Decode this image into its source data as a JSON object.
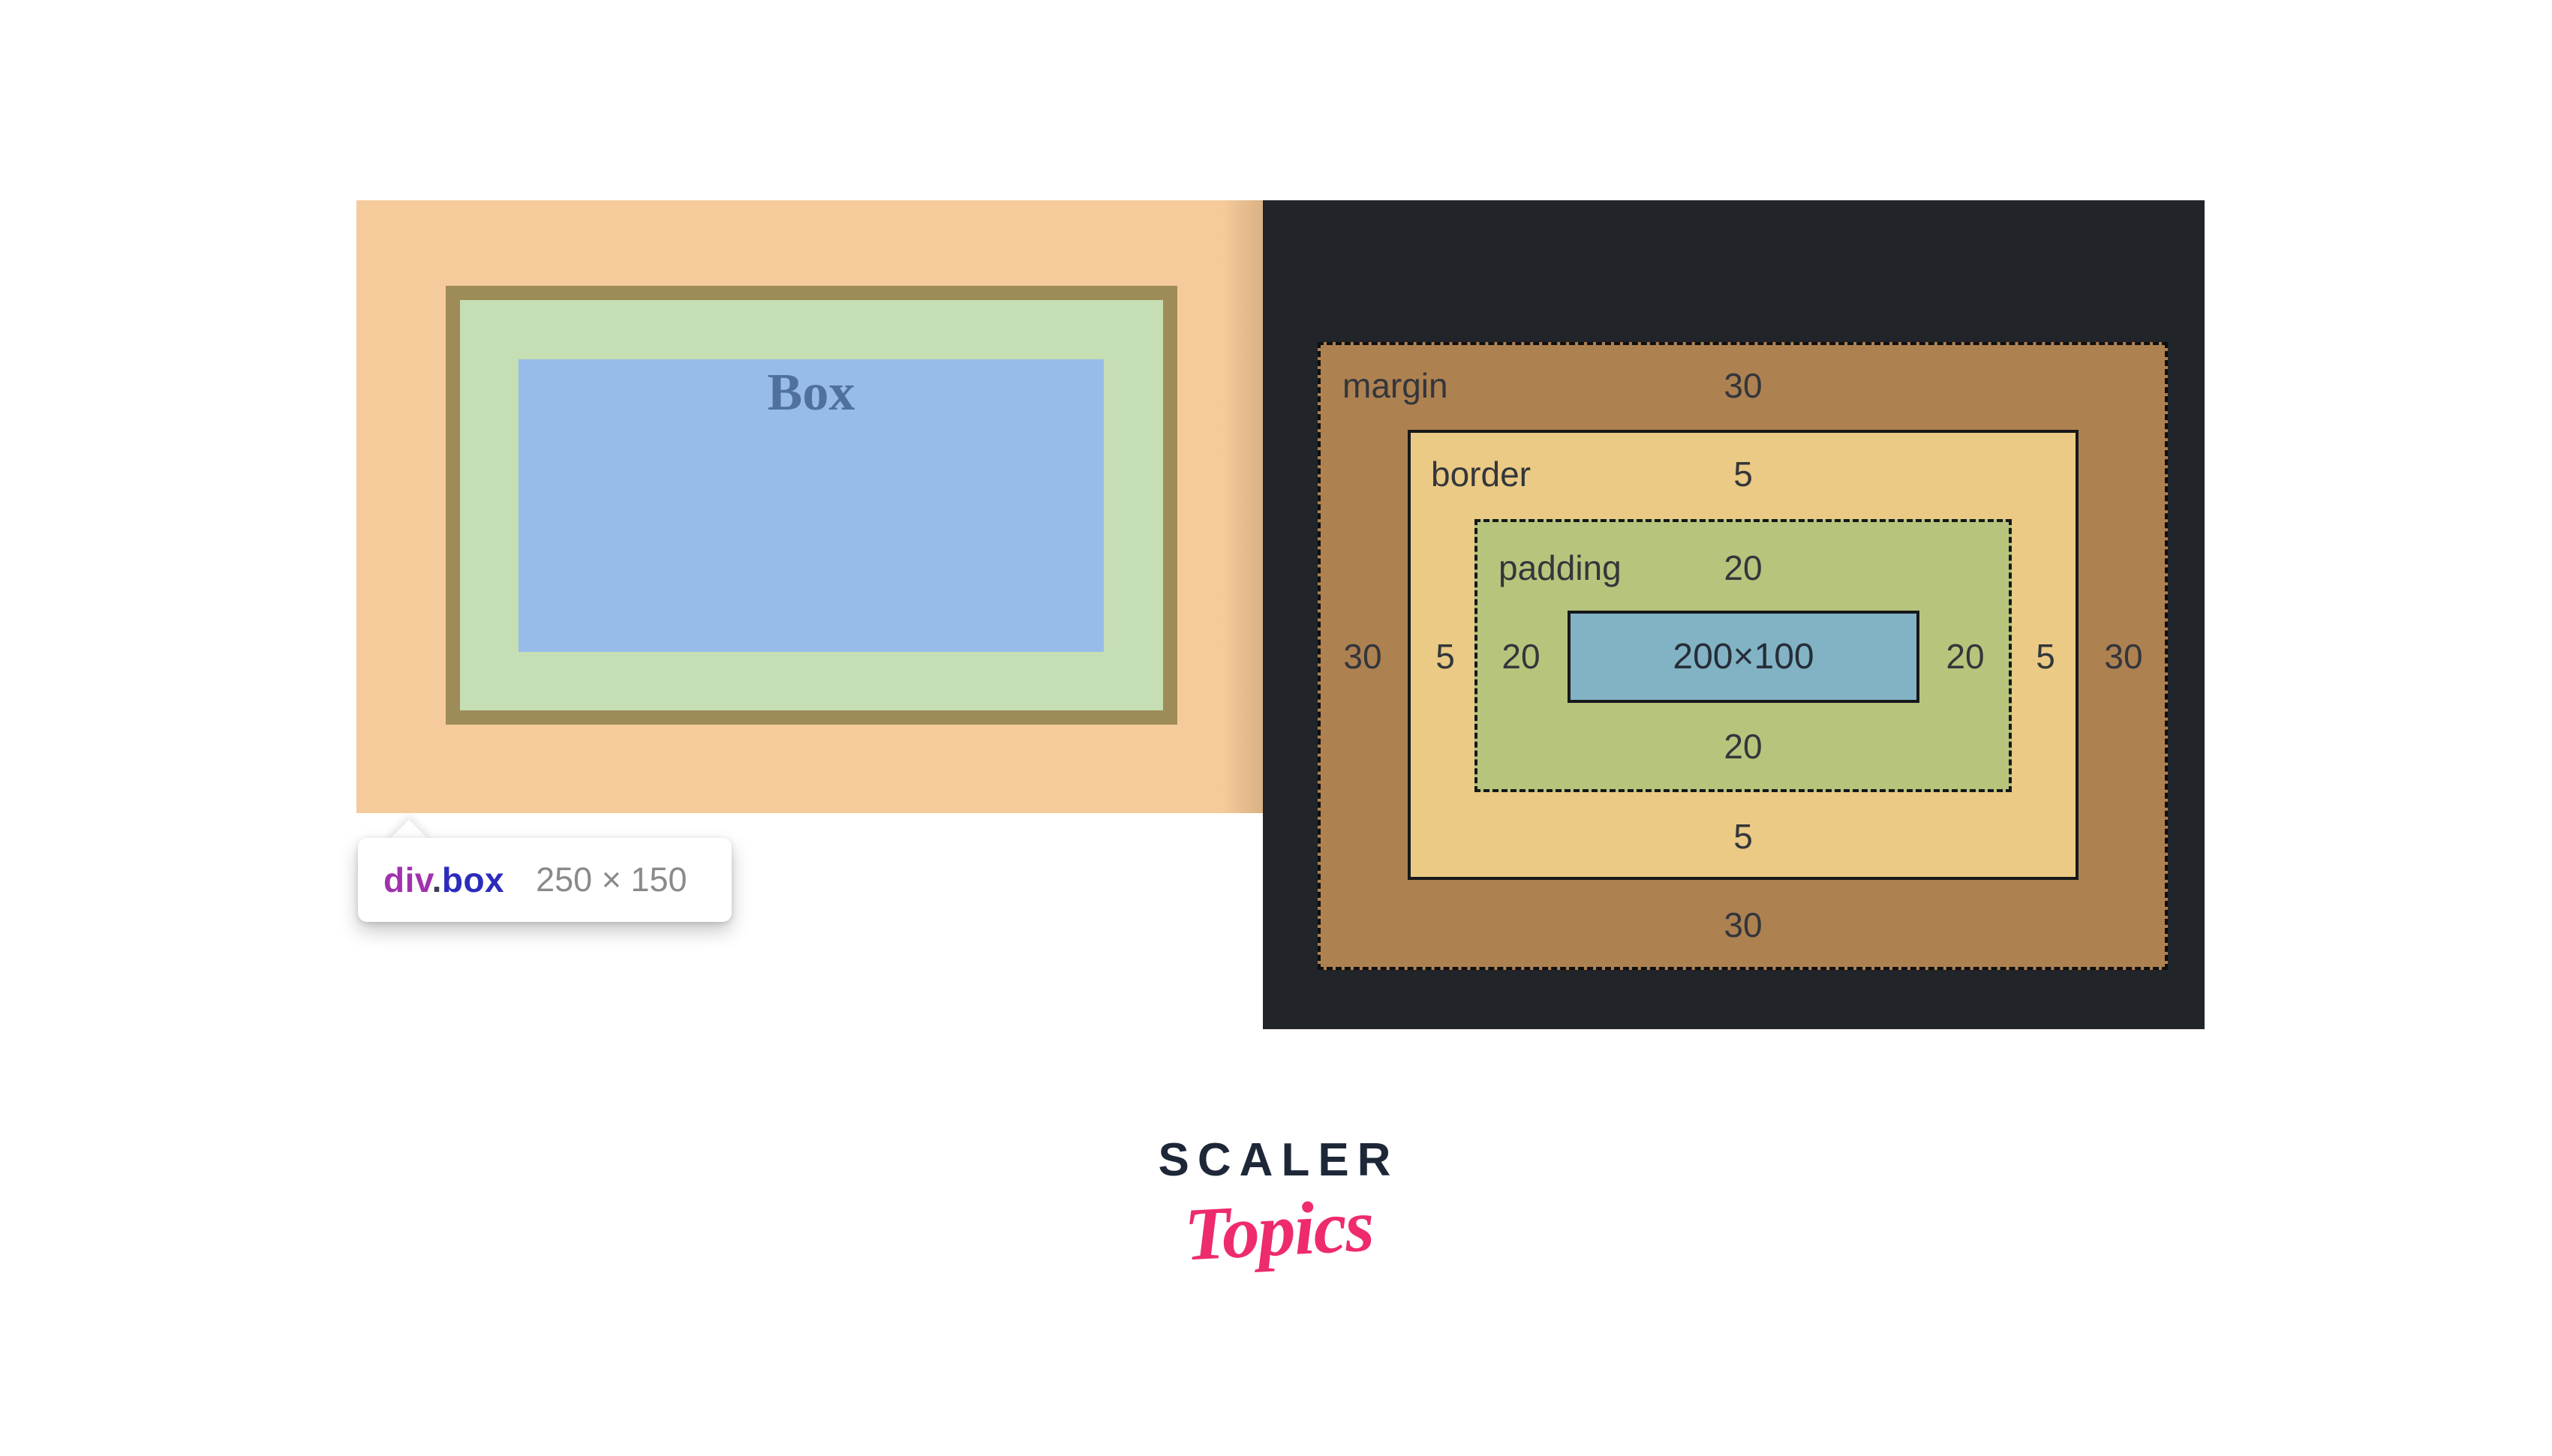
{
  "left_demo": {
    "box_text": "Box",
    "tooltip": {
      "tag": "div",
      "dot": ".",
      "class_name": "box",
      "dimensions": "250 × 150"
    }
  },
  "box_model_diagram": {
    "rows": {
      "margin_label": "margin",
      "margin_value": "30",
      "border_label": "border",
      "border_value": "5",
      "padding_label": "padding",
      "padding_value": "20"
    },
    "middle_left": [
      "30",
      "5",
      "20"
    ],
    "content_label": "200×100",
    "middle_right": [
      "20",
      "5",
      "30"
    ],
    "bottom": [
      "20",
      "5",
      "30"
    ]
  },
  "logo": {
    "brand": "SCALER",
    "script": "Topics"
  },
  "colors": {
    "left_margin_orange": "#f6cb9b",
    "left_border_olive": "#9e8c58",
    "left_padding_green": "#c5deb4",
    "left_content_blue": "#98bce9",
    "box_text_blue": "#4f719c",
    "tooltip_tag_purple": "#a032ae",
    "tooltip_class_blue": "#2b2bbd",
    "tooltip_dim_gray": "#8a8a8a",
    "panel_dark": "#212429",
    "margin_brown": "#ae8151",
    "border_tan": "#eaca84",
    "padding_olive": "#b7c47c",
    "content_teal": "#82b3c4",
    "diagram_text": "#33363b",
    "logo_navy": "#1d2737",
    "logo_pink": "#ee2b6c"
  }
}
